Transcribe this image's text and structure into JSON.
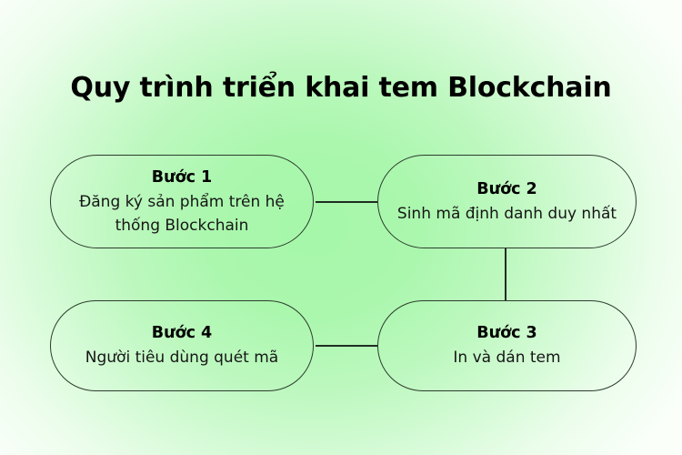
{
  "page": {
    "title": "Quy trình triển khai tem Blockchain",
    "background": {
      "center_color": "#a6f7aa",
      "edge_color": "#fafffa"
    },
    "box_border_color": "#2c3d2e",
    "connector_color": "#1f2d21",
    "text_color": "#111111"
  },
  "diagram": {
    "type": "flowchart",
    "layout": "2x2-snake",
    "steps": [
      {
        "id": "step-1",
        "title": "Bước 1",
        "description": "Đăng ký sản phẩm trên hệ thống Blockchain"
      },
      {
        "id": "step-2",
        "title": "Bước 2",
        "description": "Sinh mã định danh duy nhất"
      },
      {
        "id": "step-3",
        "title": "Bước 3",
        "description": "In và dán tem"
      },
      {
        "id": "step-4",
        "title": "Bước 4",
        "description": "Người tiêu dùng quét mã"
      }
    ],
    "connectors": [
      {
        "id": "connector-1-2",
        "from": "step-1",
        "to": "step-2",
        "orientation": "horizontal"
      },
      {
        "id": "connector-2-3",
        "from": "step-2",
        "to": "step-3",
        "orientation": "vertical"
      },
      {
        "id": "connector-3-4",
        "from": "step-3",
        "to": "step-4",
        "orientation": "horizontal"
      }
    ]
  }
}
